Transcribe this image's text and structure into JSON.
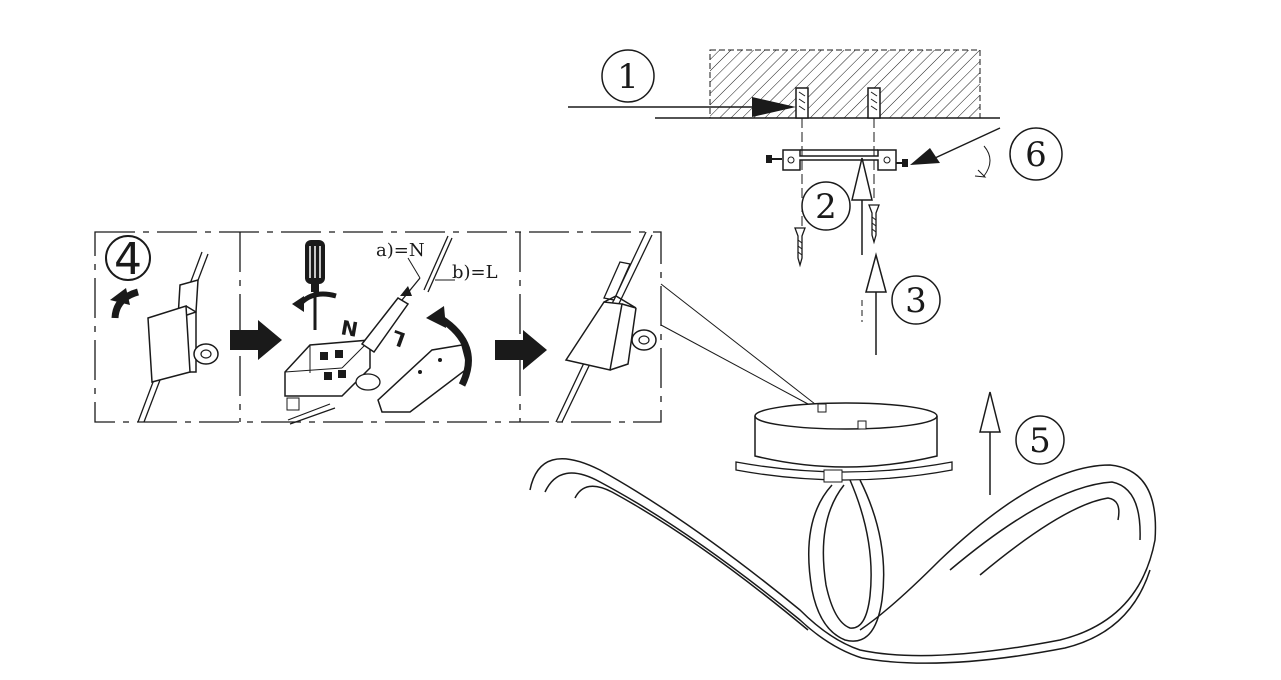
{
  "steps": {
    "s1": "1",
    "s2": "2",
    "s3": "3",
    "s4": "4",
    "s5": "5",
    "s6": "6"
  },
  "wiring": {
    "label_n": "a)=N",
    "label_l": "b)=L",
    "terminal_n": "N",
    "terminal_l": "L"
  },
  "colors": {
    "line": "#1a1a1a",
    "background": "#ffffff"
  }
}
